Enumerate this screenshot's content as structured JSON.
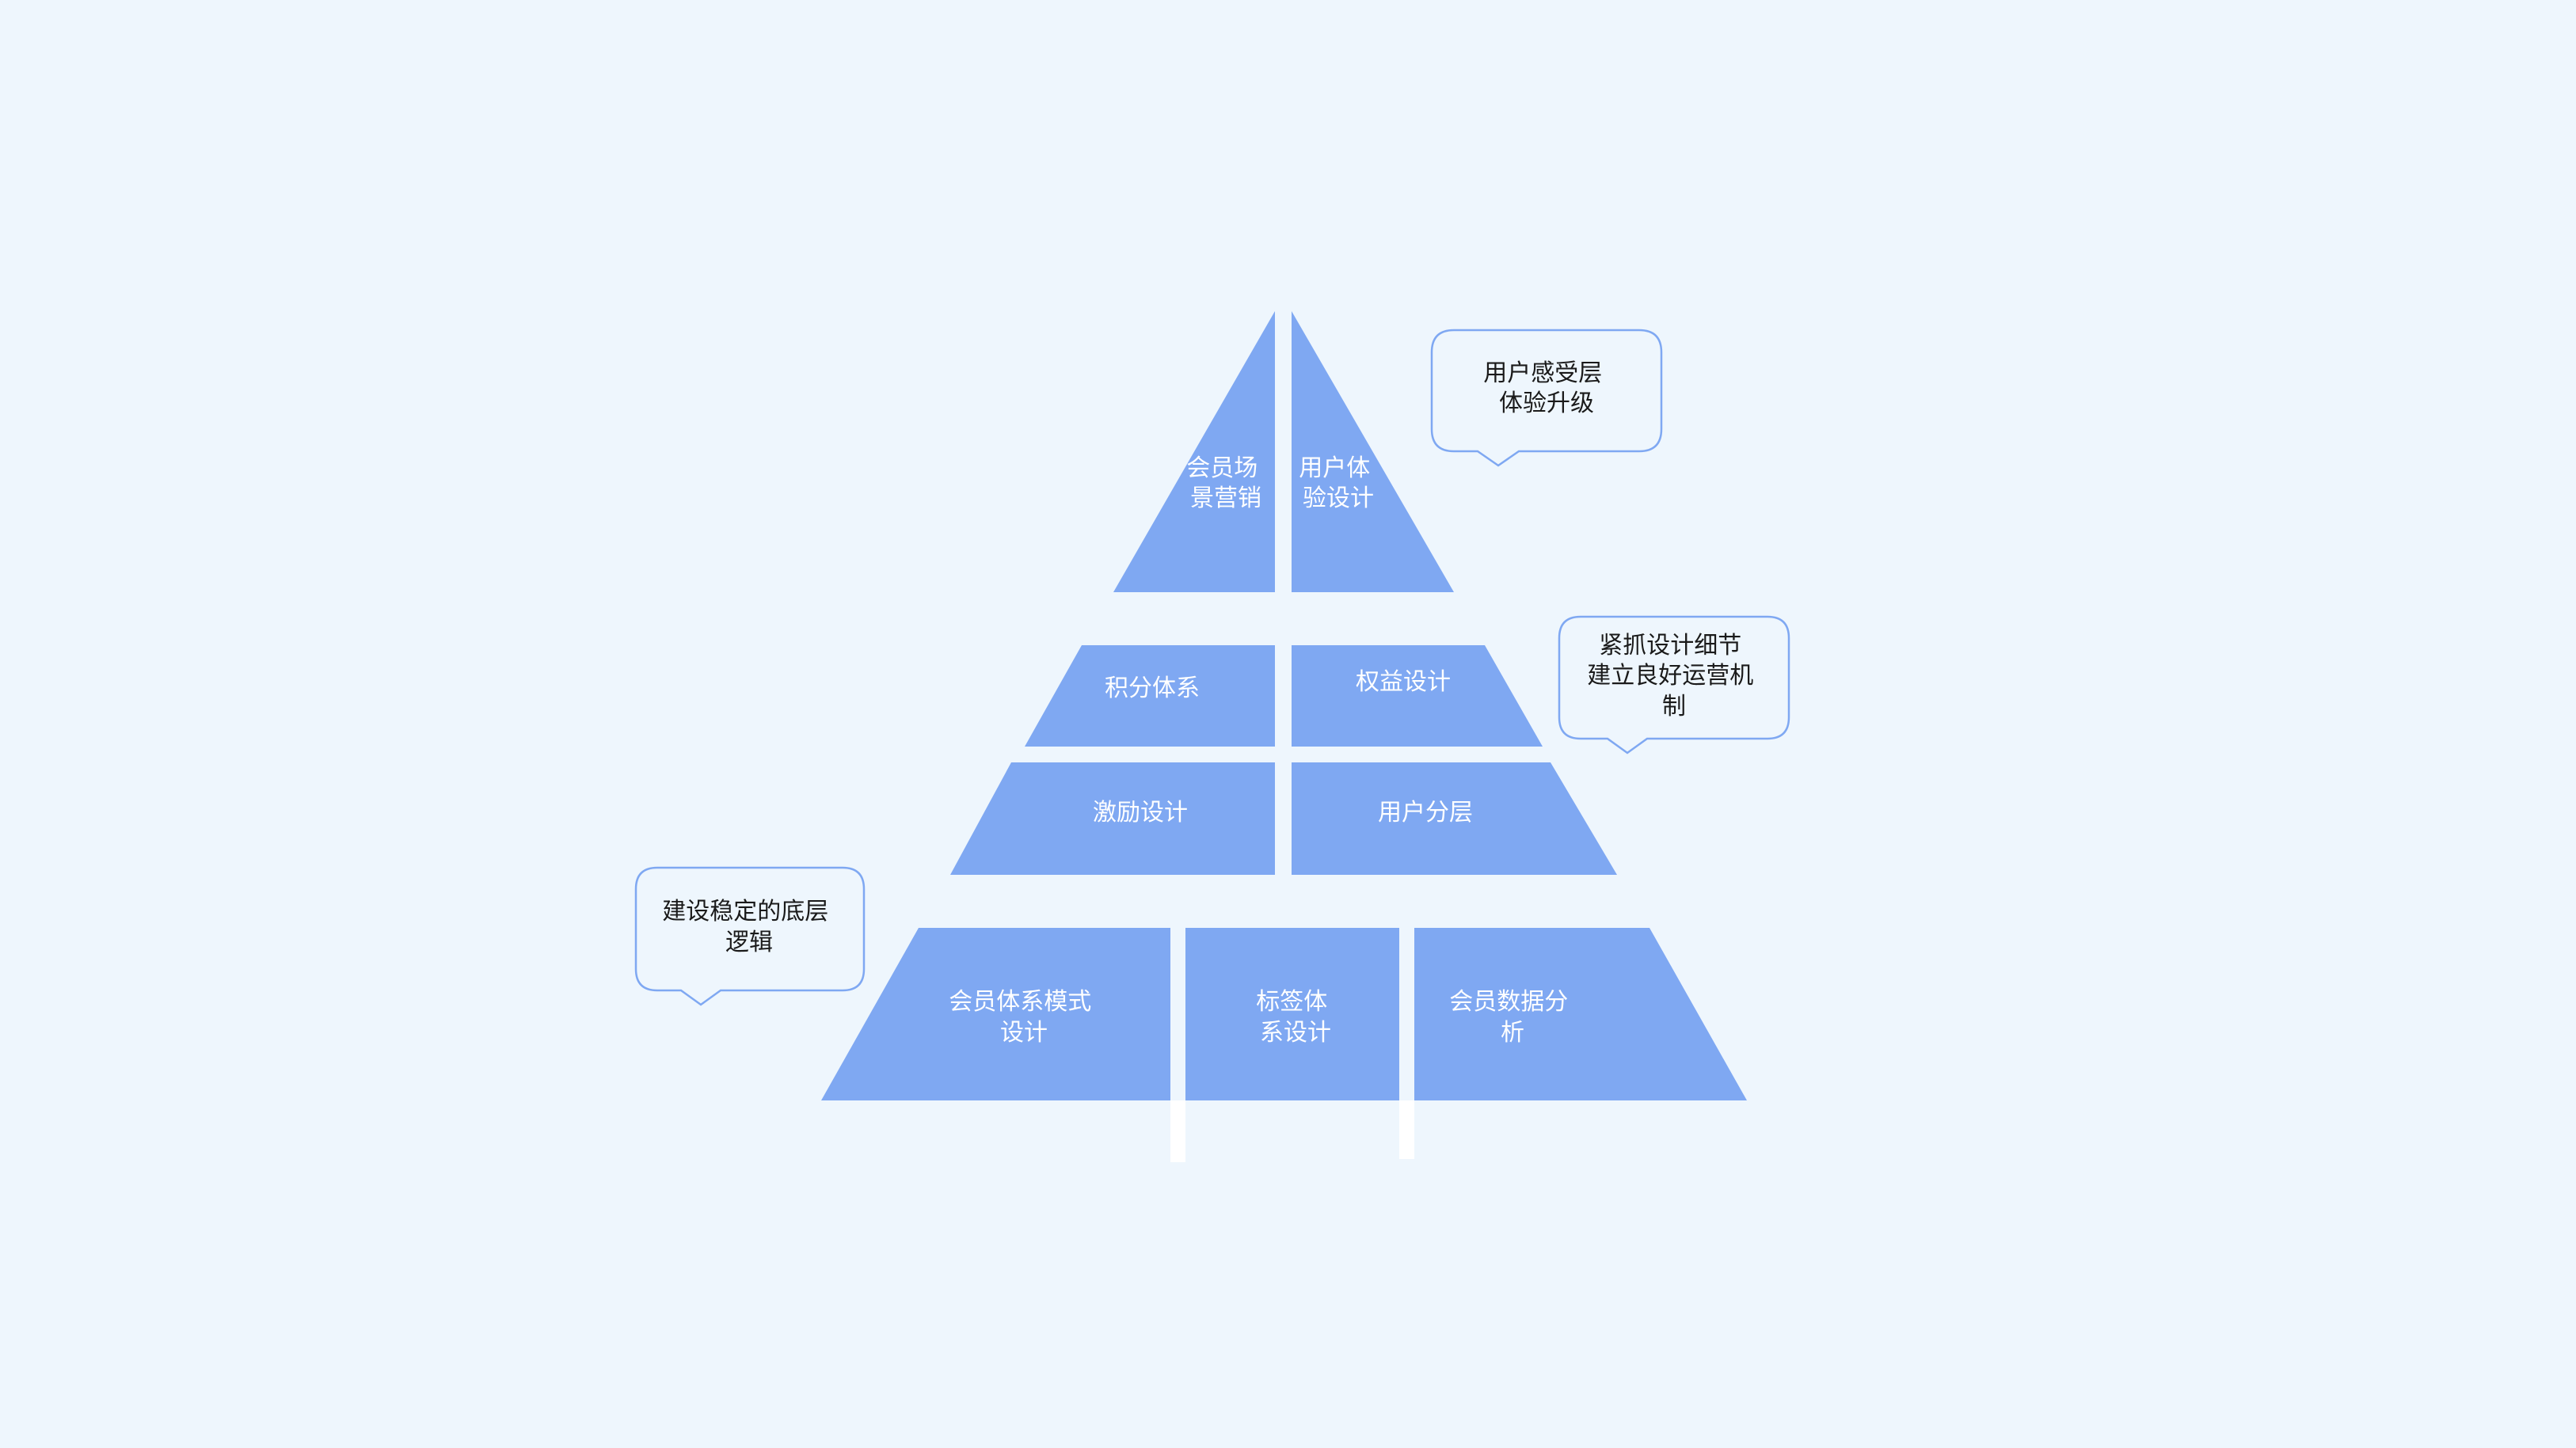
{
  "colors": {
    "background": "#eef6fd",
    "segment_fill": "#7fa8f2",
    "segment_text": "#ffffff",
    "callout_fill": "#eef6fd",
    "callout_stroke": "#7fa8f2",
    "callout_text": "#1a1a1a"
  },
  "pyramid": {
    "top": {
      "left": [
        "会员场",
        "景营销"
      ],
      "right": [
        "用户体",
        "验设计"
      ]
    },
    "middle_upper": {
      "left": [
        "积分体系"
      ],
      "right": [
        "权益设计"
      ]
    },
    "middle_lower": {
      "left": [
        "激励设计"
      ],
      "right": [
        "用户分层"
      ]
    },
    "base": {
      "left": [
        "会员体系模式",
        "设计"
      ],
      "center": [
        "标签体",
        "系设计"
      ],
      "right": [
        "会员数据分",
        "析"
      ]
    }
  },
  "callouts": {
    "top": [
      "用户感受层",
      "体验升级"
    ],
    "middle": [
      "紧抓设计细节",
      "建立良好运营机",
      "制"
    ],
    "base": [
      "建设稳定的底层",
      "逻辑"
    ]
  }
}
